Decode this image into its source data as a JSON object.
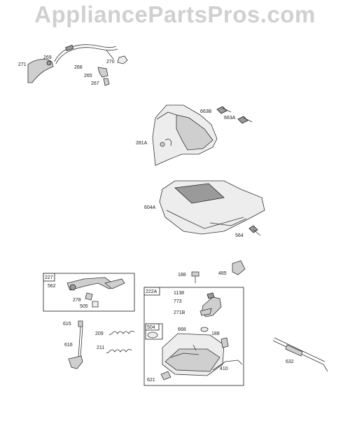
{
  "watermark": "AppliancePartsPros.com",
  "labels": {
    "p271": "271",
    "p269": "269",
    "p268": "268",
    "p270": "270",
    "p265": "265",
    "p267": "267",
    "p663b": "663B",
    "p663a": "663A",
    "p281a": "281A",
    "p604a": "604A",
    "p564": "564",
    "p227": "227",
    "p562": "562",
    "p278": "278",
    "p505": "505",
    "p188a": "188",
    "p485": "485",
    "p222a": "222A",
    "p1138": "1138",
    "p773": "773",
    "p271b": "271B",
    "p668": "668",
    "p188b": "188",
    "p504": "504",
    "p615": "615",
    "p209": "209",
    "p616": "616",
    "p211": "211",
    "p410": "410",
    "p621": "621",
    "p632": "632"
  }
}
